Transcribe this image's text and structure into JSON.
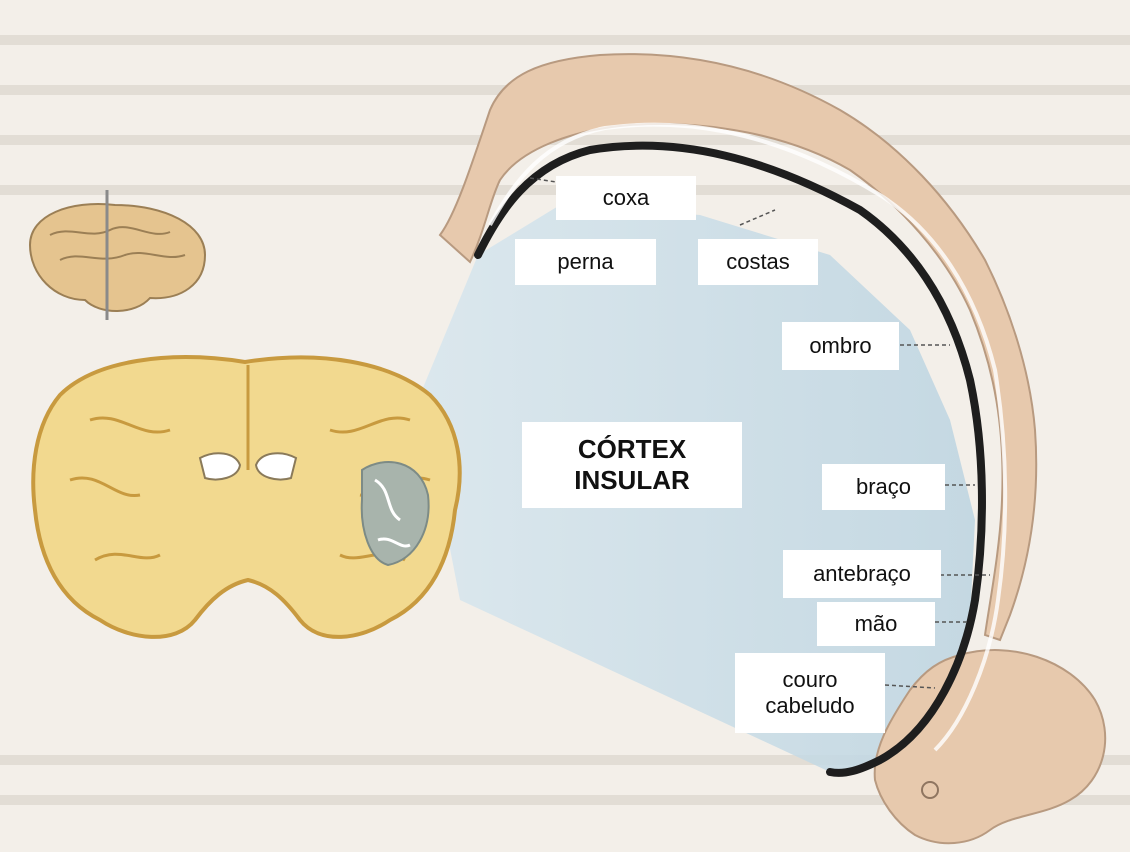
{
  "labels": {
    "coxa": "coxa",
    "perna": "perna",
    "costas": "costas",
    "ombro": "ombro",
    "braco": "braço",
    "antebraco": "antebraço",
    "mao": "mão",
    "couro_line1": "couro",
    "couro_line2": "cabeludo",
    "title_line1": "CÓRTEX",
    "title_line2": "INSULAR"
  },
  "colors": {
    "background": "#f3efe9",
    "body_figure": "#e7c9ad",
    "brain_tissue": "#ecd7a0",
    "cortex_band": "#1e1e1e",
    "projection_wedge": "#c7dbe6",
    "insula_highlight": "#a8b4ac"
  }
}
